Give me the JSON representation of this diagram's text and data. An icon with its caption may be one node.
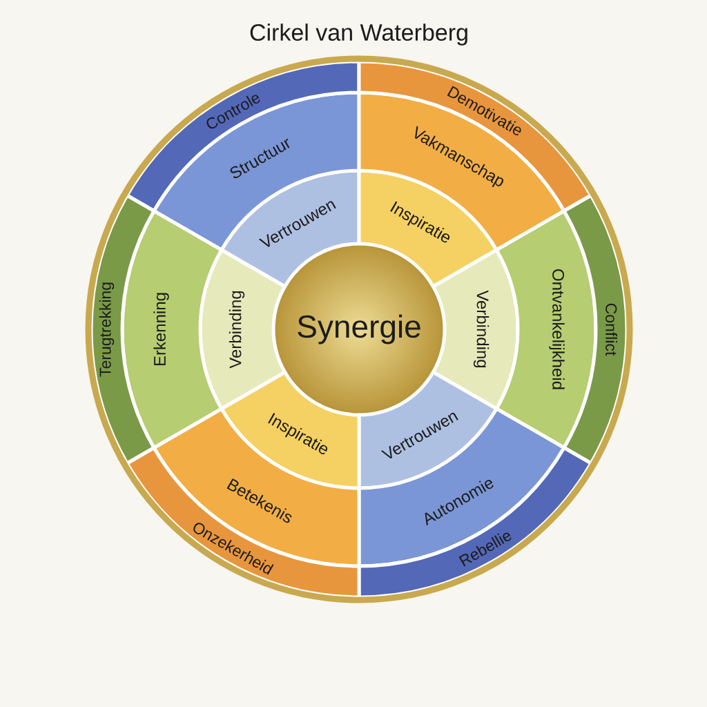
{
  "diagram": {
    "title": "Cirkel van Waterberg",
    "nodes": [
      {
        "text": [
          "Synergie"
        ]
      },
      {
        "text": [
          "Vertrouwen"
        ]
      },
      {
        "text": [
          "Inspiratie"
        ]
      },
      {
        "text": [
          "Verbinding"
        ]
      },
      {
        "text": [
          "Vertrouwen"
        ]
      },
      {
        "text": [
          "Inspiratie"
        ]
      },
      {
        "text": [
          "Verbinding"
        ]
      },
      {
        "text": [
          "Structuur"
        ]
      },
      {
        "text": [
          "Vakmanschap"
        ]
      },
      {
        "text": [
          "Ontvankelijkheid"
        ]
      },
      {
        "text": [
          "Autonomie"
        ]
      },
      {
        "text": [
          "Betekenis"
        ]
      },
      {
        "text": [
          "Erkenning"
        ]
      },
      {
        "text": [
          "Controle"
        ]
      },
      {
        "text": [
          "Demotivatie"
        ]
      },
      {
        "text": [
          "Conflict"
        ]
      },
      {
        "text": [
          "Rebellie"
        ]
      },
      {
        "text": [
          "Onzekerheid"
        ]
      },
      {
        "text": [
          "Terugtrekking"
        ]
      }
    ]
  }
}
